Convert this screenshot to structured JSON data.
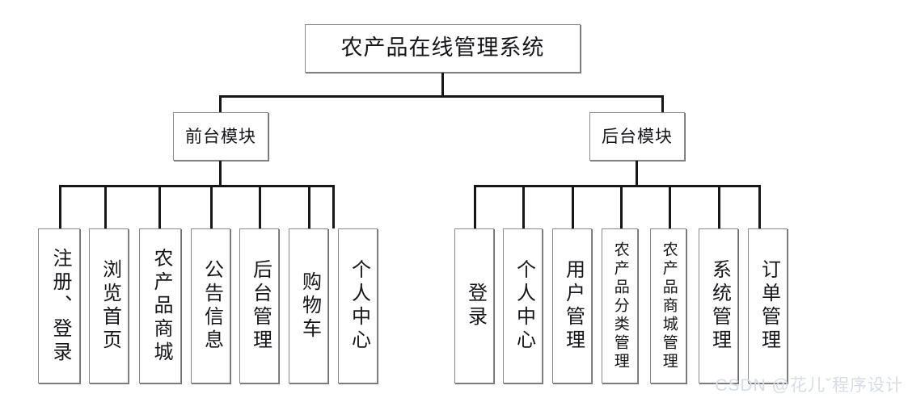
{
  "diagram": {
    "title": "农产品在线管理系统",
    "root": {
      "label": "农产品在线管理系统"
    },
    "branches": [
      {
        "label": "前台模块",
        "children": [
          {
            "label": "注册、登录"
          },
          {
            "label": "浏览首页"
          },
          {
            "label": "农产品商城"
          },
          {
            "label": "公告信息"
          },
          {
            "label": "后台管理"
          },
          {
            "label": "购物车"
          },
          {
            "label": "个人中心"
          }
        ]
      },
      {
        "label": "后台模块",
        "children": [
          {
            "label": "登录"
          },
          {
            "label": "个人中心"
          },
          {
            "label": "用户管理"
          },
          {
            "label": "农产品分类管理"
          },
          {
            "label": "农产品商城管理"
          },
          {
            "label": "系统管理"
          },
          {
            "label": "订单管理"
          }
        ]
      }
    ]
  },
  "watermark": {
    "text": "CSDN @花儿ˇ程序设计"
  },
  "colors": {
    "background": "#ffffff",
    "box_border": "#8a8a8a",
    "box_shadow": "#6f6f6f",
    "connector": "#15161a",
    "text": "#15161a",
    "watermark": "#d7dde6"
  }
}
